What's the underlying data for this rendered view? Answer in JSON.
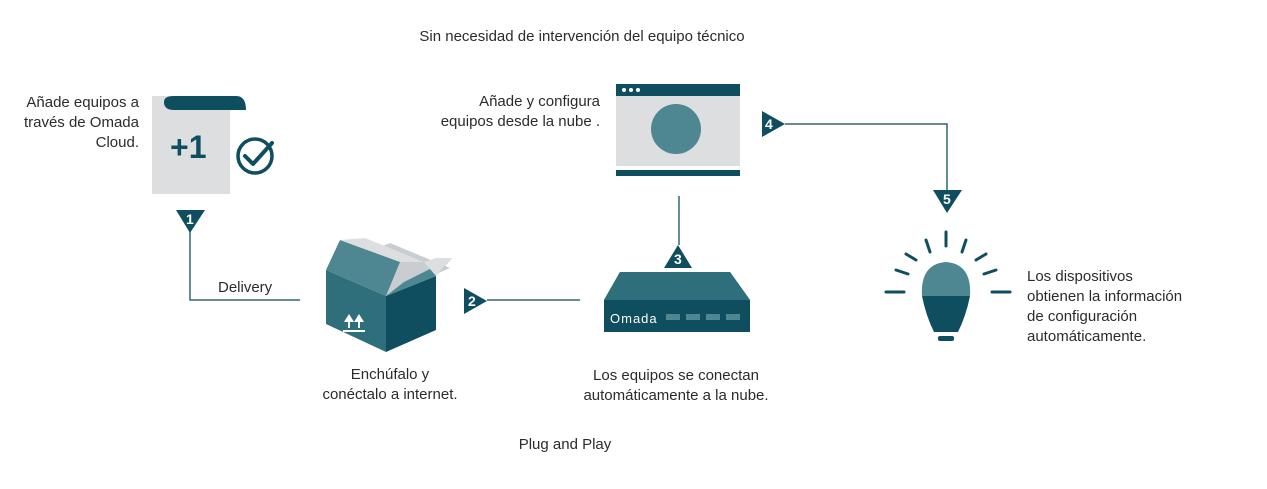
{
  "header": {
    "title": "Sin necesidad de intervención del equipo técnico"
  },
  "footer": {
    "caption": "Plug and Play"
  },
  "steps": {
    "add_cloud": {
      "line1": "Añade equipos a",
      "line2": "través de Omada",
      "line3": "Cloud."
    },
    "delivery": {
      "label": "Delivery"
    },
    "plug": {
      "line1": "Enchúfalo y",
      "line2": "conéctalo a internet."
    },
    "connect": {
      "line1": "Los equipos se conectan",
      "line2": "automáticamente a la nube."
    },
    "configure": {
      "line1": "Añade y configura",
      "line2": "equipos desde la nube ."
    },
    "obtain": {
      "line1": "Los dispositivos",
      "line2": "obtienen la información",
      "line3": "de configuración",
      "line4": "automáticamente."
    }
  },
  "badges": {
    "b1": "1",
    "b2": "2",
    "b3": "3",
    "b4": "4",
    "b5": "5"
  },
  "card": {
    "label": "+1"
  },
  "router": {
    "brand": "Omada"
  },
  "colors": {
    "dark_teal": "#0f4e5e",
    "mid_teal": "#4e8791",
    "light_gray": "#dcdee0",
    "line": "#2f6774"
  }
}
